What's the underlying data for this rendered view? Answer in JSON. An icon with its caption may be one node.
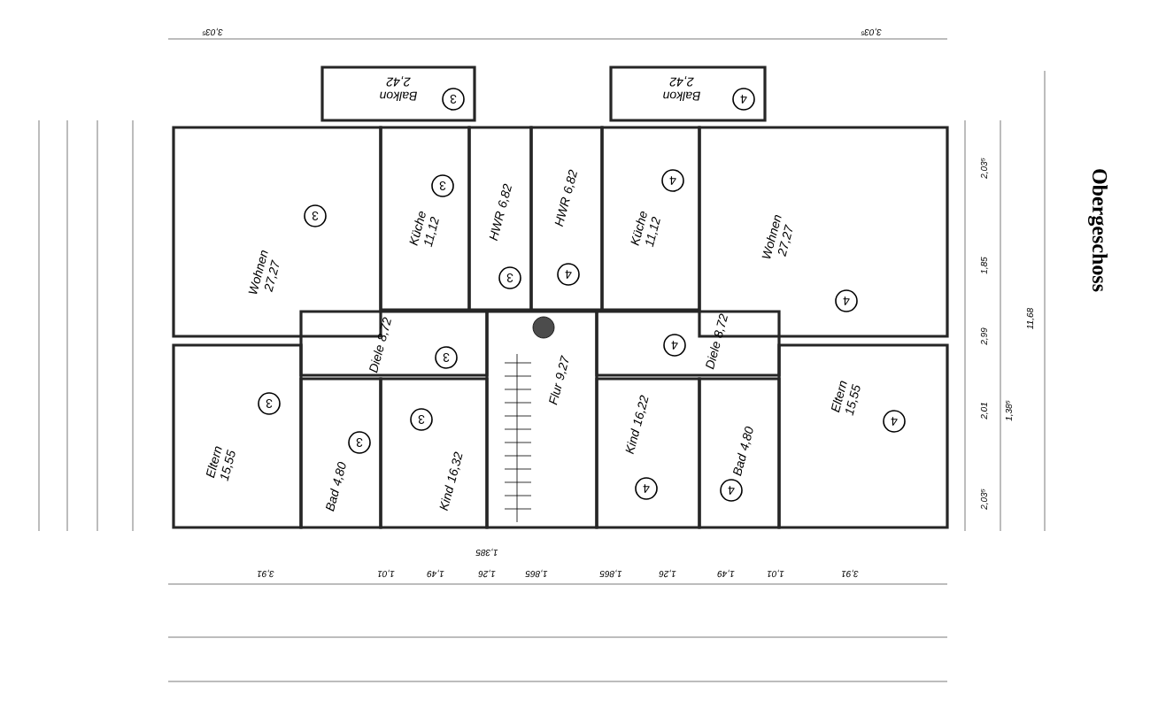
{
  "diagram": {
    "title": "Obergeschoss",
    "nodes": [
      {
        "text": [
          "Balkon 2,42"
        ]
      },
      {
        "text": [
          "Wohnen 27,27"
        ]
      },
      {
        "text": [
          "Küche 11,12"
        ]
      },
      {
        "text": [
          "HWR 6,82"
        ]
      },
      {
        "text": [
          "Diele 8,72"
        ]
      },
      {
        "text": [
          "Eltern 15,55"
        ]
      },
      {
        "text": [
          "Bad 4,80"
        ]
      },
      {
        "text": [
          "Kind 16,32"
        ]
      },
      {
        "text": [
          "Flur 9,27"
        ]
      },
      {
        "text": [
          "HWR 6,82"
        ]
      },
      {
        "text": [
          "Küche 11,12"
        ]
      },
      {
        "text": [
          "Balkon 2,42"
        ]
      },
      {
        "text": [
          "Wohnen 27,27"
        ]
      },
      {
        "text": [
          "Diele 8,72"
        ]
      },
      {
        "text": [
          "Kind 16,22"
        ]
      },
      {
        "text": [
          "Bad 4,80"
        ]
      },
      {
        "text": [
          "Eltern 15,55"
        ]
      },
      {
        "text": [
          "3"
        ],
        "in": 0
      },
      {
        "text": [
          "3"
        ],
        "in": 1
      },
      {
        "text": [
          "3"
        ],
        "in": 2
      },
      {
        "text": [
          "3"
        ],
        "in": 3
      },
      {
        "text": [
          "3"
        ],
        "in": 4
      },
      {
        "text": [
          "3"
        ],
        "in": 5
      },
      {
        "text": [
          "3"
        ],
        "in": 6
      },
      {
        "text": [
          "3"
        ],
        "in": 7
      },
      {
        "text": [
          "4"
        ],
        "in": 9
      },
      {
        "text": [
          "4"
        ],
        "in": 10
      },
      {
        "text": [
          "4"
        ],
        "in": 11
      },
      {
        "text": [
          "4"
        ],
        "in": 12
      },
      {
        "text": [
          "4"
        ],
        "in": 13
      },
      {
        "text": [
          "4"
        ],
        "in": 14
      },
      {
        "text": [
          "4"
        ],
        "in": 15
      },
      {
        "text": [
          "4"
        ],
        "in": 16
      }
    ],
    "edges": [],
    "labels": [
      "3,03⁵",
      "3,03⁵",
      "2,03⁵",
      "1,85",
      "2,99",
      "2,01",
      "1,38⁵",
      "2,03⁵",
      "11,68",
      "3,91",
      "1,01",
      "1,49",
      "1,26",
      "1,385",
      "1,865",
      "1,865",
      "1,26",
      "1,49",
      "1,01",
      "3,91"
    ]
  }
}
